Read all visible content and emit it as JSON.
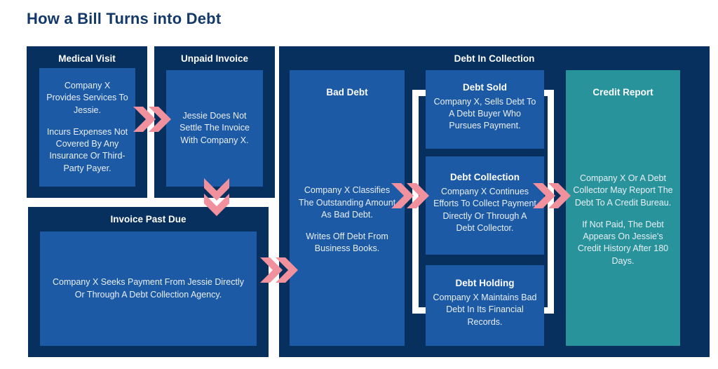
{
  "page": {
    "title": "How a Bill Turns into Debt"
  },
  "colors": {
    "navy": "#07305e",
    "inner_blue": "#1c5aa5",
    "teal": "#28939b",
    "arrow_pink": "#f2919e",
    "title_text": "#13386a",
    "body_text": "#e9eff7",
    "background": "#ffffff"
  },
  "icons": {
    "flow_right": "double-chevron-right",
    "flow_down": "double-chevron-down"
  },
  "boxes": {
    "medical_visit": {
      "title": "Medical Visit",
      "body": [
        "Company X Provides Services To Jessie.",
        "Incurs Expenses Not Covered By Any Insurance Or Third-Party Payer."
      ]
    },
    "unpaid_invoice": {
      "title": "Unpaid Invoice",
      "body": [
        "Jessie Does Not Settle The Invoice With Company X."
      ]
    },
    "invoice_past_due": {
      "title": "Invoice Past Due",
      "body": [
        "Company X Seeks Payment From Jessie Directly Or Through A Debt Collection Agency."
      ]
    },
    "debt_in_collection": {
      "title": "Debt In Collection"
    },
    "bad_debt": {
      "title": "Bad Debt",
      "body": [
        "Company X Classifies The Outstanding Amount As Bad Debt.",
        "Writes Off Debt From Business Books."
      ]
    },
    "debt_sold": {
      "title": "Debt Sold",
      "body": [
        "Company X, Sells Debt To A Debt Buyer Who Pursues Payment."
      ]
    },
    "debt_collection": {
      "title": "Debt Collection",
      "body": [
        "Company X Continues Efforts To Collect Payment Directly Or Through A Debt Collector."
      ]
    },
    "debt_holding": {
      "title": "Debt Holding",
      "body": [
        "Company X Maintains Bad Debt In Its Financial Records."
      ]
    },
    "credit_report": {
      "title": "Credit Report",
      "body": [
        "Company X Or A Debt Collector May Report The Debt To A Credit Bureau.",
        "If Not Paid, The Debt Appears On Jessie's Credit History After 180 Days."
      ]
    }
  }
}
